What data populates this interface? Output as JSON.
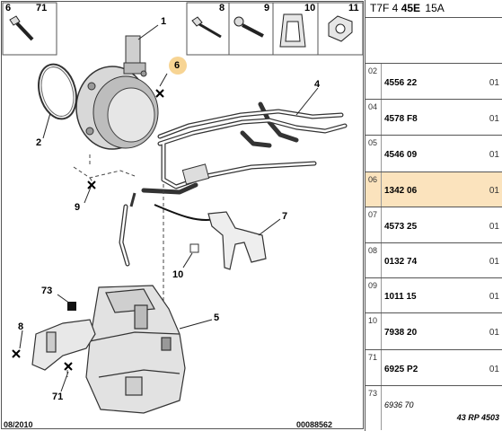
{
  "header_boxes": [
    {
      "callouts": [
        "6",
        "71"
      ]
    },
    {
      "callouts": [
        "8",
        "9",
        "10",
        "11"
      ]
    }
  ],
  "callouts": [
    "1",
    "6",
    "2",
    "4",
    "9",
    "7",
    "10",
    "73",
    "5",
    "8",
    "71"
  ],
  "highlighted_callout": "6",
  "footer": {
    "date": "08/2010",
    "code": "00088562"
  },
  "panel": {
    "title_prefix": "T7F 4",
    "title_bold": "45E",
    "title_suffix": "15A",
    "rows": [
      {
        "index": "02",
        "ref": "4556 22",
        "qty": "01",
        "selected": false
      },
      {
        "index": "04",
        "ref": "4578 F8",
        "qty": "01",
        "selected": false
      },
      {
        "index": "05",
        "ref": "4546 09",
        "qty": "01",
        "selected": false
      },
      {
        "index": "06",
        "ref": "1342 06",
        "qty": "01",
        "selected": true
      },
      {
        "index": "07",
        "ref": "4573 25",
        "qty": "01",
        "selected": false
      },
      {
        "index": "08",
        "ref": "0132 74",
        "qty": "01",
        "selected": false
      },
      {
        "index": "09",
        "ref": "1011 15",
        "qty": "01",
        "selected": false
      },
      {
        "index": "10",
        "ref": "7938 20",
        "qty": "01",
        "selected": false
      },
      {
        "index": "71",
        "ref": "6925 P2",
        "qty": "01",
        "selected": false
      },
      {
        "index": "73",
        "ref": "6936 70",
        "qty": "43 RP 4503",
        "selected": false
      }
    ]
  }
}
